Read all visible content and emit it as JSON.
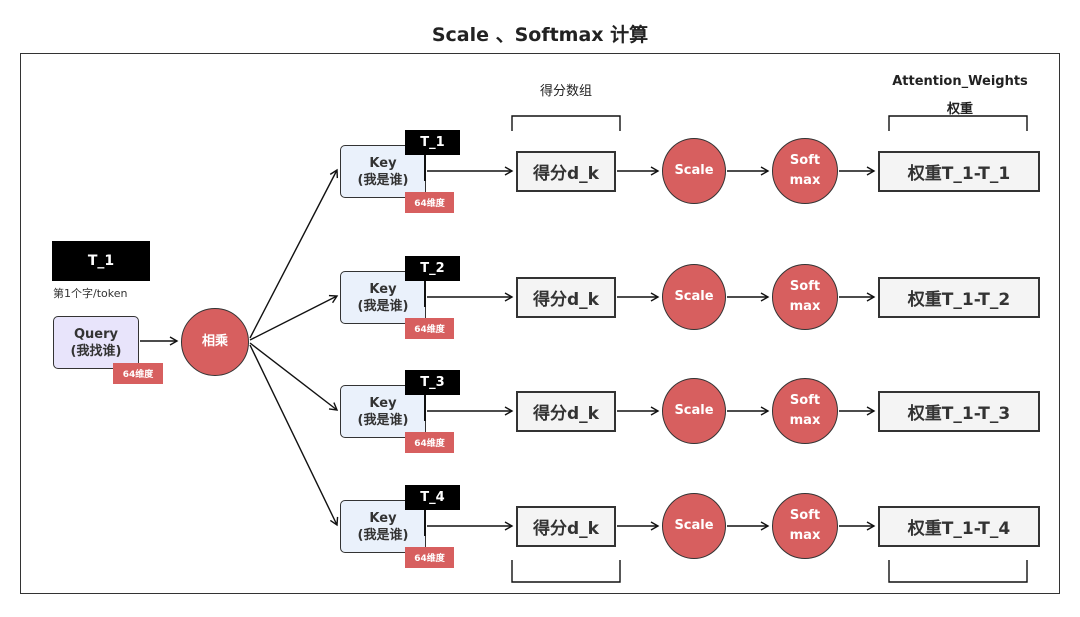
{
  "title": "Scale 、Softmax 计算",
  "headers": {
    "scores_array": "得分数组",
    "attention_weights": "Attention_Weights",
    "weights_cn": "权重"
  },
  "query": {
    "token_tag": "T_1",
    "token_caption": "第1个字/token",
    "line1": "Query",
    "line2": "(我找谁)",
    "dim_tag": "64维度"
  },
  "multiply_node": "相乘",
  "rows": [
    {
      "token": "T_1",
      "key_line1": "Key",
      "key_line2": "(我是谁)",
      "dim_tag": "64维度",
      "score": "得分d_k",
      "scale": "Scale",
      "softmax_line1": "Soft",
      "softmax_line2": "max",
      "weight": "权重T_1-T_1"
    },
    {
      "token": "T_2",
      "key_line1": "Key",
      "key_line2": "(我是谁)",
      "dim_tag": "64维度",
      "score": "得分d_k",
      "scale": "Scale",
      "softmax_line1": "Soft",
      "softmax_line2": "max",
      "weight": "权重T_1-T_2"
    },
    {
      "token": "T_3",
      "key_line1": "Key",
      "key_line2": "(我是谁)",
      "dim_tag": "64维度",
      "score": "得分d_k",
      "scale": "Scale",
      "softmax_line1": "Soft",
      "softmax_line2": "max",
      "weight": "权重T_1-T_3"
    },
    {
      "token": "T_4",
      "key_line1": "Key",
      "key_line2": "(我是谁)",
      "dim_tag": "64维度",
      "score": "得分d_k",
      "scale": "Scale",
      "softmax_line1": "Soft",
      "softmax_line2": "max",
      "weight": "权重T_1-T_4"
    }
  ],
  "colors": {
    "node_red": "#d75f5f",
    "query_fill": "#e8e4fb",
    "key_fill": "#eaf1fb",
    "box_fill": "#f4f4f4"
  }
}
